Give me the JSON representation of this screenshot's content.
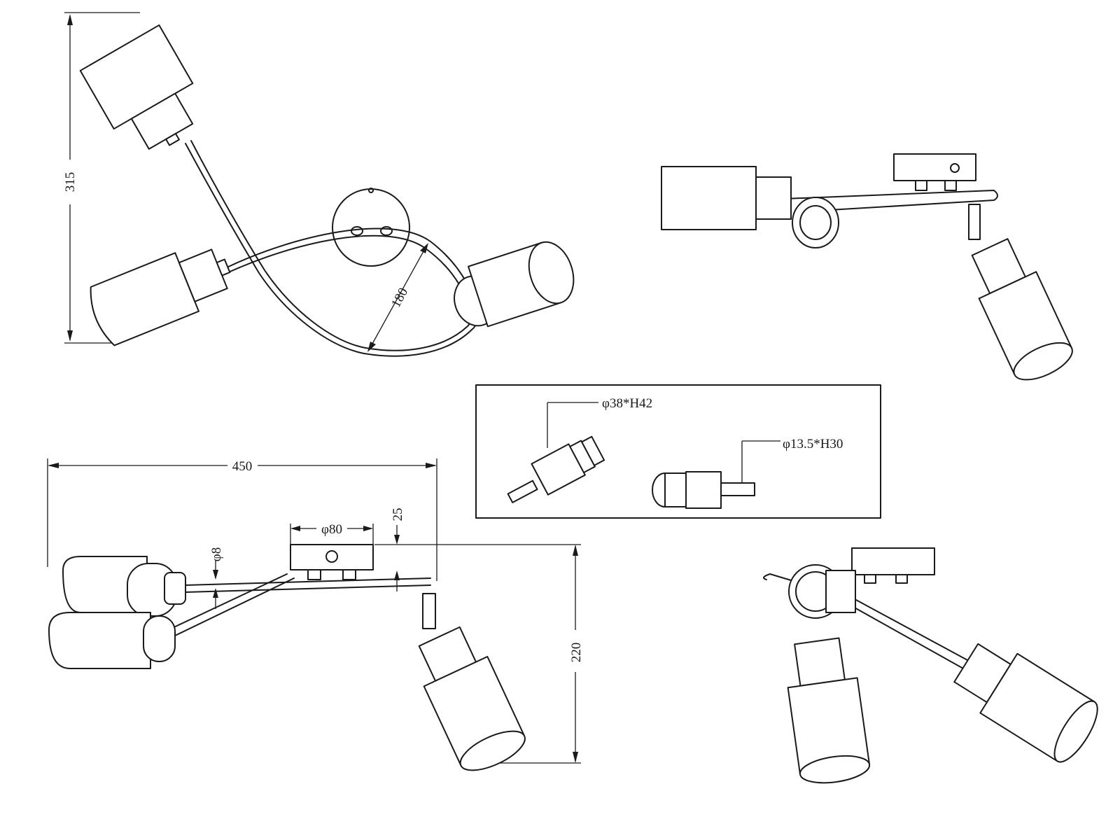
{
  "dimensions": {
    "height_315": "315",
    "arm_180": "180",
    "width_450": "450",
    "base_80": "φ80",
    "base_25": "25",
    "rod_8": "φ8",
    "drop_220": "220"
  },
  "detail": {
    "socket_large": "φ38*H42",
    "socket_small": "φ13.5*H30"
  },
  "colors": {
    "line": "#1a1a1a",
    "background": "#ffffff"
  }
}
